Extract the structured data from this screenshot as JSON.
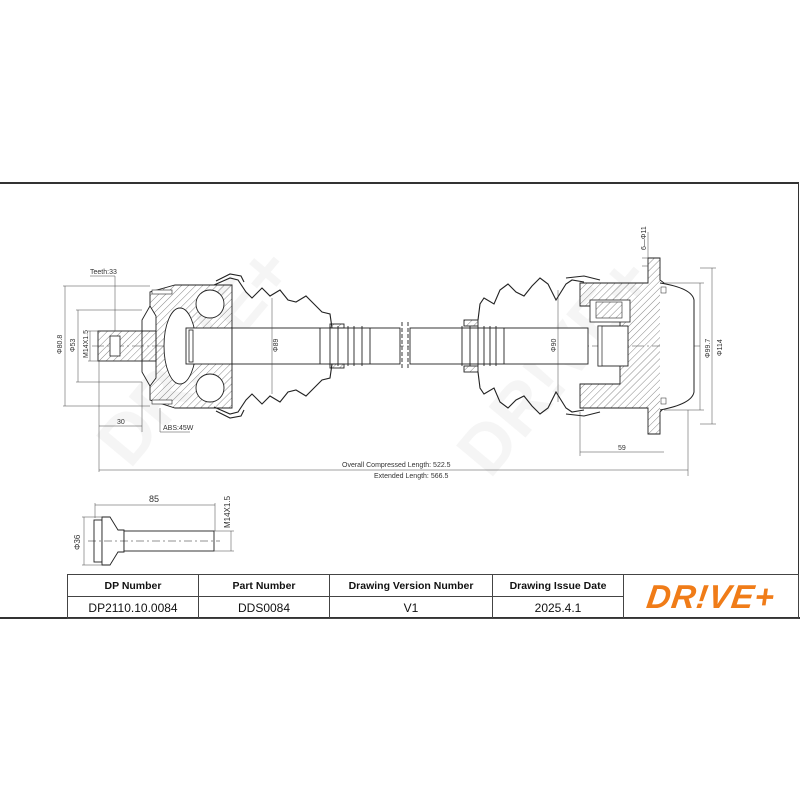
{
  "drawing": {
    "main_shaft": {
      "teeth_label": "Teeth:33",
      "dia_outer_left": "Φ80.8",
      "dia_stub": "Φ53",
      "thread_stub": "M14X1.5",
      "stub_length": "30",
      "abs_label": "ABS:45W",
      "boot_left_dia": "Φ89",
      "boot_right_dia": "Φ90",
      "flange_holes": "6—Φ11",
      "flange_dia_inner": "Φ99.7",
      "flange_dia_outer": "Φ114",
      "flange_depth": "59",
      "overall_compressed_label": "Overall  Compressed  Length: 522.5",
      "extended_label": "Extended  Length: 566.5"
    },
    "bolt": {
      "length": "85",
      "thread": "M14X1.5",
      "head_dia": "Φ36"
    },
    "watermark": "DR!VE+"
  },
  "title_block": {
    "headers": [
      "DP Number",
      "Part Number",
      "Drawing Version Number",
      "Drawing Issue Date"
    ],
    "values": [
      "DP2110.10.0084",
      "DDS0084",
      "V1",
      "2025.4.1"
    ],
    "logo": "DR!VE+",
    "logo_color": "#f07c18"
  }
}
